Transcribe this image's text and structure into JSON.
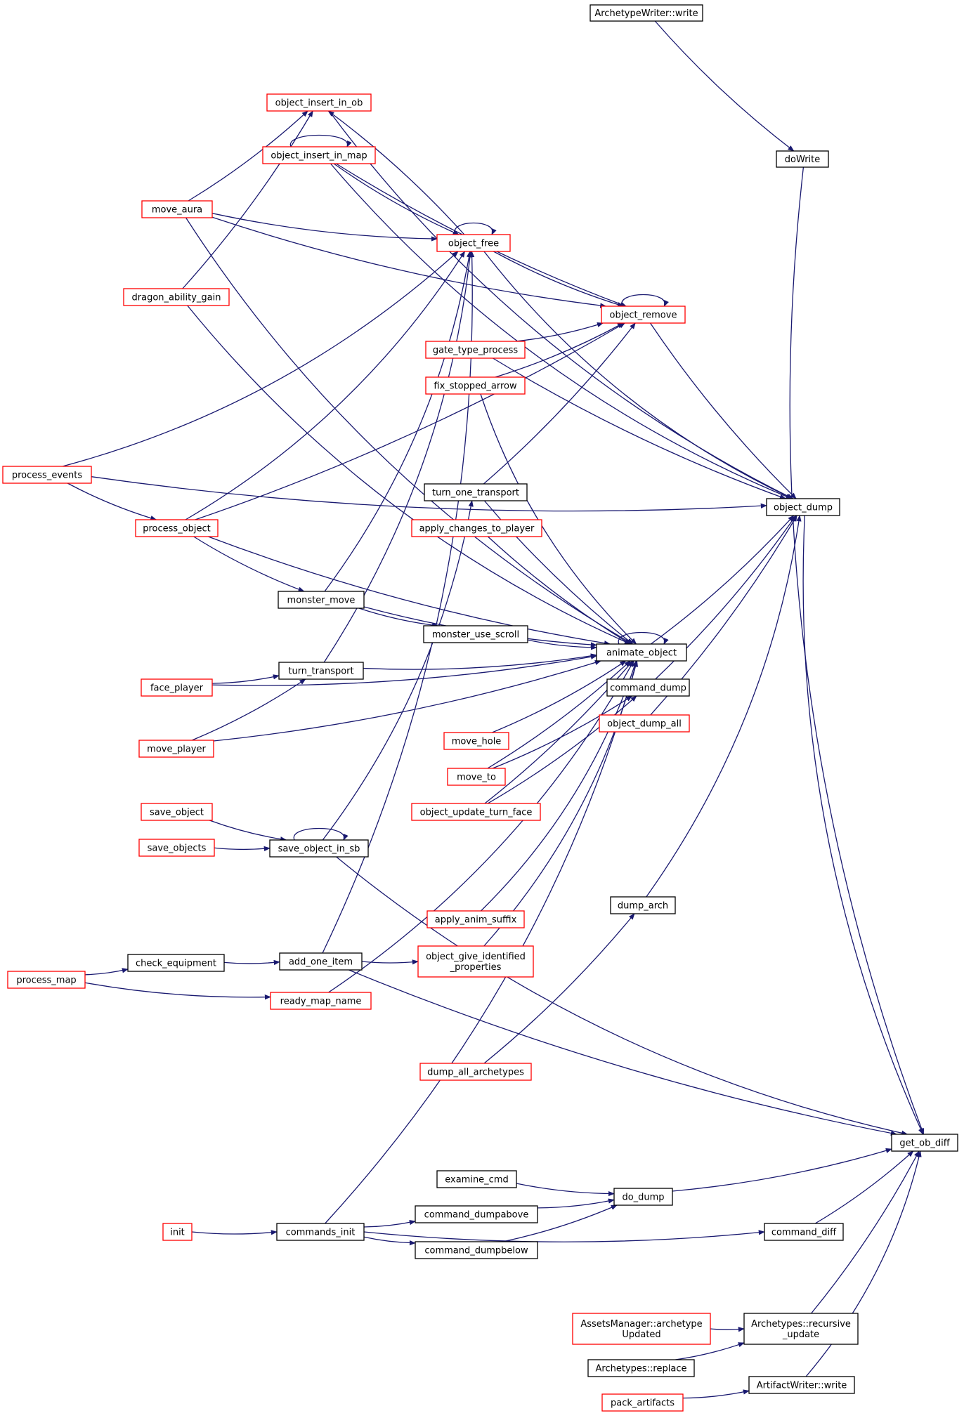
{
  "colors": {
    "edge": "#191970",
    "boundary_node": "#ff0000",
    "normal_node": "#000000",
    "target_fill": "#bfbfbf"
  },
  "nodes": [
    {
      "id": "archetypewriter_write",
      "label": [
        "ArchetypeWriter::write"
      ],
      "style": "normal"
    },
    {
      "id": "object_insert_in_ob",
      "label": [
        "object_insert_in_ob"
      ],
      "style": "boundary"
    },
    {
      "id": "object_insert_in_map",
      "label": [
        "object_insert_in_map"
      ],
      "style": "boundary"
    },
    {
      "id": "dowrite",
      "label": [
        "doWrite"
      ],
      "style": "normal"
    },
    {
      "id": "move_aura",
      "label": [
        "move_aura"
      ],
      "style": "boundary"
    },
    {
      "id": "object_free",
      "label": [
        "object_free"
      ],
      "style": "boundary"
    },
    {
      "id": "dragon_ability_gain",
      "label": [
        "dragon_ability_gain"
      ],
      "style": "boundary"
    },
    {
      "id": "object_remove",
      "label": [
        "object_remove"
      ],
      "style": "boundary"
    },
    {
      "id": "gate_type_process",
      "label": [
        "gate_type_process"
      ],
      "style": "boundary"
    },
    {
      "id": "fix_stopped_arrow",
      "label": [
        "fix_stopped_arrow"
      ],
      "style": "boundary"
    },
    {
      "id": "process_events",
      "label": [
        "process_events"
      ],
      "style": "boundary"
    },
    {
      "id": "turn_one_transport",
      "label": [
        "turn_one_transport"
      ],
      "style": "normal"
    },
    {
      "id": "object_dump",
      "label": [
        "object_dump"
      ],
      "style": "normal"
    },
    {
      "id": "process_object",
      "label": [
        "process_object"
      ],
      "style": "boundary"
    },
    {
      "id": "apply_changes_to_player",
      "label": [
        "apply_changes_to_player"
      ],
      "style": "boundary"
    },
    {
      "id": "monster_move",
      "label": [
        "monster_move"
      ],
      "style": "normal"
    },
    {
      "id": "monster_use_scroll",
      "label": [
        "monster_use_scroll"
      ],
      "style": "normal"
    },
    {
      "id": "animate_object",
      "label": [
        "animate_object"
      ],
      "style": "normal"
    },
    {
      "id": "turn_transport",
      "label": [
        "turn_transport"
      ],
      "style": "normal"
    },
    {
      "id": "face_player",
      "label": [
        "face_player"
      ],
      "style": "boundary"
    },
    {
      "id": "command_dump",
      "label": [
        "command_dump"
      ],
      "style": "normal"
    },
    {
      "id": "object_dump_all",
      "label": [
        "object_dump_all"
      ],
      "style": "boundary"
    },
    {
      "id": "move_player",
      "label": [
        "move_player"
      ],
      "style": "boundary"
    },
    {
      "id": "move_hole",
      "label": [
        "move_hole"
      ],
      "style": "boundary"
    },
    {
      "id": "move_to",
      "label": [
        "move_to"
      ],
      "style": "boundary"
    },
    {
      "id": "save_object",
      "label": [
        "save_object"
      ],
      "style": "boundary"
    },
    {
      "id": "object_update_turn_face",
      "label": [
        "object_update_turn_face"
      ],
      "style": "boundary"
    },
    {
      "id": "save_objects",
      "label": [
        "save_objects"
      ],
      "style": "boundary"
    },
    {
      "id": "save_object_in_sb",
      "label": [
        "save_object_in_sb"
      ],
      "style": "normal"
    },
    {
      "id": "dump_arch",
      "label": [
        "dump_arch"
      ],
      "style": "normal"
    },
    {
      "id": "apply_anim_suffix",
      "label": [
        "apply_anim_suffix"
      ],
      "style": "boundary"
    },
    {
      "id": "check_equipment",
      "label": [
        "check_equipment"
      ],
      "style": "normal"
    },
    {
      "id": "add_one_item",
      "label": [
        "add_one_item"
      ],
      "style": "normal"
    },
    {
      "id": "object_give_identified_properties",
      "label": [
        "object_give_identified",
        "_properties"
      ],
      "style": "boundary"
    },
    {
      "id": "process_map",
      "label": [
        "process_map"
      ],
      "style": "boundary"
    },
    {
      "id": "ready_map_name",
      "label": [
        "ready_map_name"
      ],
      "style": "boundary"
    },
    {
      "id": "dump_all_archetypes",
      "label": [
        "dump_all_archetypes"
      ],
      "style": "boundary"
    },
    {
      "id": "get_ob_diff",
      "label": [
        "get_ob_diff"
      ],
      "style": "target"
    },
    {
      "id": "examine_cmd",
      "label": [
        "examine_cmd"
      ],
      "style": "normal"
    },
    {
      "id": "do_dump",
      "label": [
        "do_dump"
      ],
      "style": "normal"
    },
    {
      "id": "command_dumpabove",
      "label": [
        "command_dumpabove"
      ],
      "style": "normal"
    },
    {
      "id": "init",
      "label": [
        "init"
      ],
      "style": "boundary"
    },
    {
      "id": "commands_init",
      "label": [
        "commands_init"
      ],
      "style": "normal"
    },
    {
      "id": "command_diff",
      "label": [
        "command_diff"
      ],
      "style": "normal"
    },
    {
      "id": "command_dumpbelow",
      "label": [
        "command_dumpbelow"
      ],
      "style": "normal"
    },
    {
      "id": "assetsmanager_archetypeupdated",
      "label": [
        "AssetsManager::archetype",
        "Updated"
      ],
      "style": "boundary"
    },
    {
      "id": "archetypes_recursive_update",
      "label": [
        "Archetypes::recursive",
        "_update"
      ],
      "style": "normal"
    },
    {
      "id": "archetypes_replace",
      "label": [
        "Archetypes::replace"
      ],
      "style": "normal"
    },
    {
      "id": "artifactwriter_write",
      "label": [
        "ArtifactWriter::write"
      ],
      "style": "normal"
    },
    {
      "id": "pack_artifacts",
      "label": [
        "pack_artifacts"
      ],
      "style": "boundary"
    }
  ],
  "edges": [
    [
      "archetypewriter_write",
      "dowrite"
    ],
    [
      "dowrite",
      "get_ob_diff"
    ],
    [
      "object_dump",
      "get_ob_diff"
    ],
    [
      "save_object_in_sb",
      "get_ob_diff"
    ],
    [
      "add_one_item",
      "get_ob_diff"
    ],
    [
      "do_dump",
      "get_ob_diff"
    ],
    [
      "command_diff",
      "get_ob_diff"
    ],
    [
      "archetypes_recursive_update",
      "get_ob_diff"
    ],
    [
      "artifactwriter_write",
      "get_ob_diff"
    ],
    [
      "object_insert_in_ob",
      "object_dump"
    ],
    [
      "object_insert_in_map",
      "object_dump"
    ],
    [
      "object_free",
      "object_dump"
    ],
    [
      "object_remove",
      "object_dump"
    ],
    [
      "gate_type_process",
      "object_dump"
    ],
    [
      "animate_object",
      "object_dump"
    ],
    [
      "command_dump",
      "object_dump"
    ],
    [
      "object_dump_all",
      "object_dump"
    ],
    [
      "dump_arch",
      "object_dump"
    ],
    [
      "process_events",
      "object_dump"
    ],
    [
      "move_aura",
      "object_insert_in_ob"
    ],
    [
      "dragon_ability_gain",
      "object_insert_in_ob"
    ],
    [
      "object_insert_in_map",
      "object_insert_in_map"
    ],
    [
      "object_free",
      "object_insert_in_ob"
    ],
    [
      "object_insert_in_map",
      "object_free"
    ],
    [
      "move_aura",
      "object_free"
    ],
    [
      "object_free",
      "object_free"
    ],
    [
      "process_events",
      "object_free"
    ],
    [
      "process_object",
      "object_free"
    ],
    [
      "monster_move",
      "object_free"
    ],
    [
      "add_one_item",
      "object_free"
    ],
    [
      "turn_transport",
      "object_free"
    ],
    [
      "object_free",
      "object_remove"
    ],
    [
      "move_aura",
      "object_remove"
    ],
    [
      "object_insert_in_map",
      "object_remove"
    ],
    [
      "object_remove",
      "object_remove"
    ],
    [
      "gate_type_process",
      "object_remove"
    ],
    [
      "fix_stopped_arrow",
      "object_remove"
    ],
    [
      "turn_one_transport",
      "object_remove"
    ],
    [
      "process_object",
      "object_remove"
    ],
    [
      "process_events",
      "process_object"
    ],
    [
      "process_object",
      "monster_move"
    ],
    [
      "animate_object",
      "animate_object"
    ],
    [
      "move_aura",
      "animate_object"
    ],
    [
      "dragon_ability_gain",
      "animate_object"
    ],
    [
      "fix_stopped_arrow",
      "animate_object"
    ],
    [
      "turn_one_transport",
      "animate_object"
    ],
    [
      "apply_changes_to_player",
      "animate_object"
    ],
    [
      "process_object",
      "animate_object"
    ],
    [
      "monster_move",
      "animate_object"
    ],
    [
      "monster_use_scroll",
      "animate_object"
    ],
    [
      "turn_transport",
      "animate_object"
    ],
    [
      "face_player",
      "animate_object"
    ],
    [
      "move_player",
      "animate_object"
    ],
    [
      "move_hole",
      "animate_object"
    ],
    [
      "move_to",
      "animate_object"
    ],
    [
      "object_update_turn_face",
      "animate_object"
    ],
    [
      "apply_anim_suffix",
      "animate_object"
    ],
    [
      "object_give_identified_properties",
      "animate_object"
    ],
    [
      "ready_map_name",
      "animate_object"
    ],
    [
      "commands_init",
      "animate_object"
    ],
    [
      "monster_move",
      "monster_use_scroll"
    ],
    [
      "face_player",
      "turn_transport"
    ],
    [
      "move_player",
      "turn_transport"
    ],
    [
      "save_object",
      "save_object_in_sb"
    ],
    [
      "save_objects",
      "save_object_in_sb"
    ],
    [
      "save_object_in_sb",
      "save_object_in_sb"
    ],
    [
      "save_object_in_sb",
      "turn_one_transport"
    ],
    [
      "move_to",
      "command_dump"
    ],
    [
      "object_update_turn_face",
      "command_dump"
    ],
    [
      "check_equipment",
      "add_one_item"
    ],
    [
      "process_map",
      "check_equipment"
    ],
    [
      "process_map",
      "ready_map_name"
    ],
    [
      "add_one_item",
      "object_give_identified_properties"
    ],
    [
      "dump_all_archetypes",
      "dump_arch"
    ],
    [
      "examine_cmd",
      "do_dump"
    ],
    [
      "command_dumpabove",
      "do_dump"
    ],
    [
      "command_dumpbelow",
      "do_dump"
    ],
    [
      "init",
      "commands_init"
    ],
    [
      "commands_init",
      "command_dumpabove"
    ],
    [
      "commands_init",
      "command_dumpbelow"
    ],
    [
      "commands_init",
      "command_diff"
    ],
    [
      "assetsmanager_archetypeupdated",
      "archetypes_recursive_update"
    ],
    [
      "archetypes_replace",
      "archetypes_recursive_update"
    ],
    [
      "pack_artifacts",
      "artifactwriter_write"
    ]
  ]
}
